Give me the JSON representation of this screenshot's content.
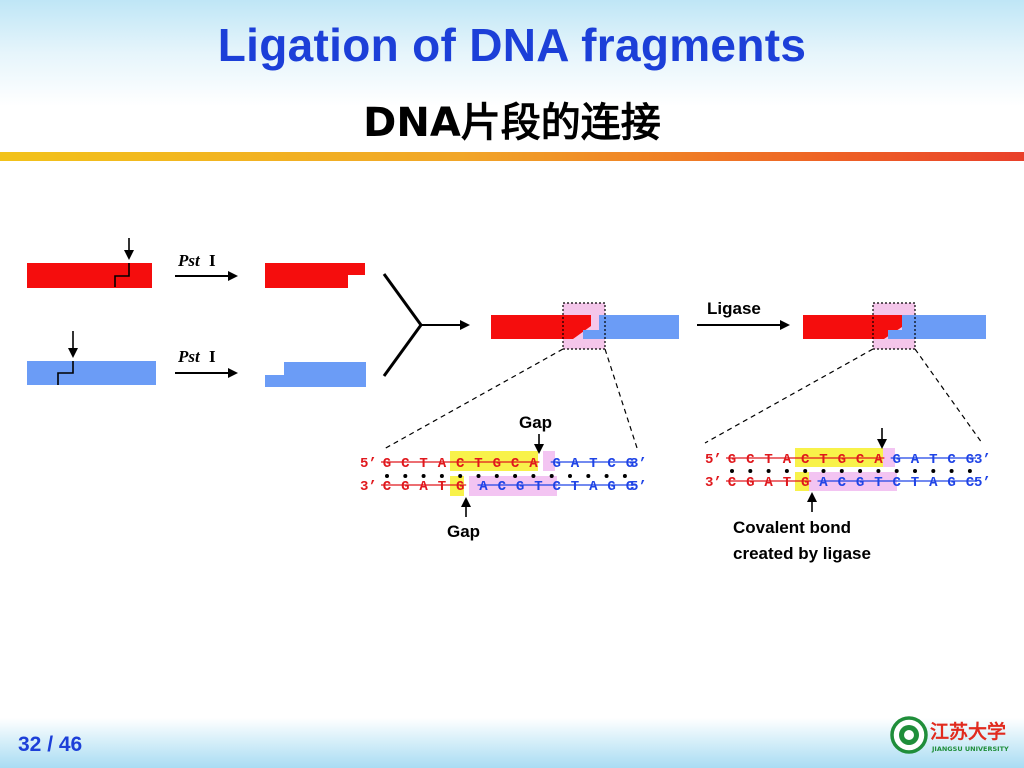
{
  "title": {
    "english": "Ligation of DNA fragments",
    "chinese": "DNA片段的连接"
  },
  "diagram": {
    "enzyme_italic": "Pst",
    "enzyme_roman": "I",
    "ligase_label": "Ligase",
    "gap_label": "Gap",
    "covalent_bond_label_line1": "Covalent bond",
    "covalent_bond_label_line2": "created by ligase",
    "five_prime": "5’",
    "three_prime": "3’",
    "top_red_bases": [
      "G",
      "C",
      "T",
      "A",
      "C",
      "T",
      "G",
      "C",
      "A"
    ],
    "top_blue_bases": [
      "G",
      "A",
      "T",
      "C",
      "G"
    ],
    "bottom_red_bases": [
      "C",
      "G",
      "A",
      "T",
      "G"
    ],
    "bottom_blue_bases": [
      "A",
      "C",
      "G",
      "T",
      "C",
      "T",
      "A",
      "G",
      "C"
    ]
  },
  "colors": {
    "red_strand": "#f50d0d",
    "blue_strand": "#6b9cf6",
    "title_blue": "#1c3fd8",
    "highlight_yellow": "#f8f24a",
    "highlight_pink": "#f3c4f2",
    "logo_green": "#1f8e3a",
    "logo_red": "#e12a1e"
  },
  "footer": {
    "page_number": "32 / 46"
  },
  "logo": {
    "chinese_name": "江苏大学",
    "english_name": "JIANGSU UNIVERSITY",
    "icon": "university-emblem-icon"
  }
}
